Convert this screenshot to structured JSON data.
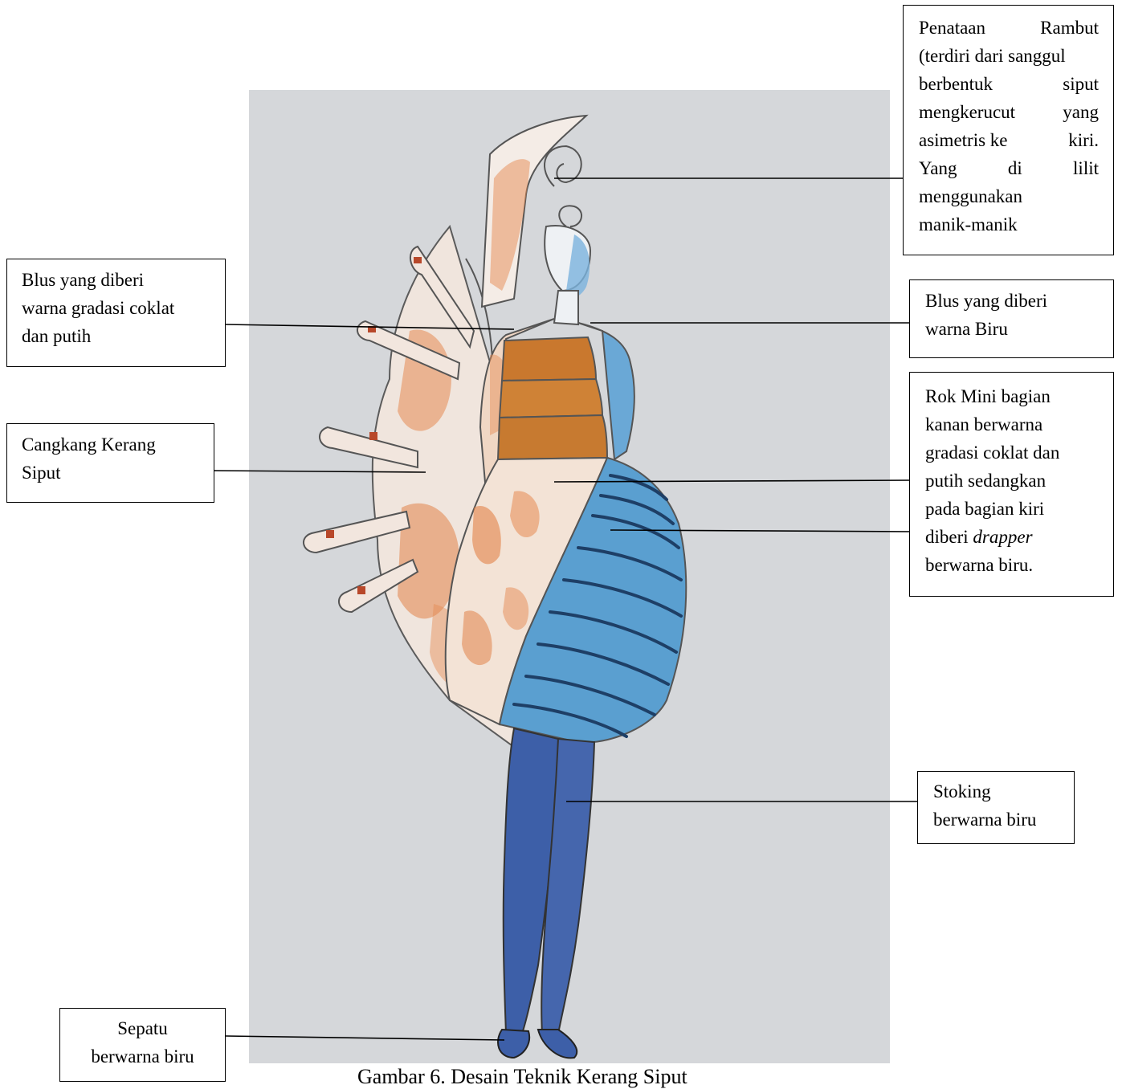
{
  "figure": {
    "caption": "Gambar 6. Desain Teknik Kerang Siput",
    "colors": {
      "paper": "#d9dbdd",
      "orange": "#e07a3c",
      "blue": "#5a9fd0",
      "stocking_blue": "#3d5fa8",
      "bodice_brown": "#c9782e"
    }
  },
  "callouts": {
    "hair": {
      "lines": [
        "Penataan",
        "Rambut",
        "(terdiri dari sanggul",
        "berbentuk",
        "siput",
        "mengkerucut",
        "yang",
        "asimetris ke",
        "kiri.",
        "Yang",
        "di",
        "lilit",
        "menggunakan",
        "manik-manik"
      ]
    },
    "blouse_gradient": {
      "line1": "Blus yang diberi",
      "line2": "warna gradasi coklat",
      "line3": "dan putih"
    },
    "blouse_blue": {
      "line1": "Blus yang diberi",
      "line2": "warna Biru"
    },
    "shell": {
      "line1": "Cangkang Kerang",
      "line2": "Siput"
    },
    "skirt": {
      "line1": "Rok Mini bagian",
      "line2": "kanan berwarna",
      "line3": "gradasi coklat dan",
      "line4": "putih sedangkan",
      "line5": "pada bagian kiri",
      "line6_a": "diberi ",
      "line6_b": "drapper",
      "line7": "berwarna biru."
    },
    "stocking": {
      "line1": "Stoking",
      "line2": "berwarna biru"
    },
    "shoes": {
      "line1": "Sepatu",
      "line2": "berwarna biru"
    }
  }
}
